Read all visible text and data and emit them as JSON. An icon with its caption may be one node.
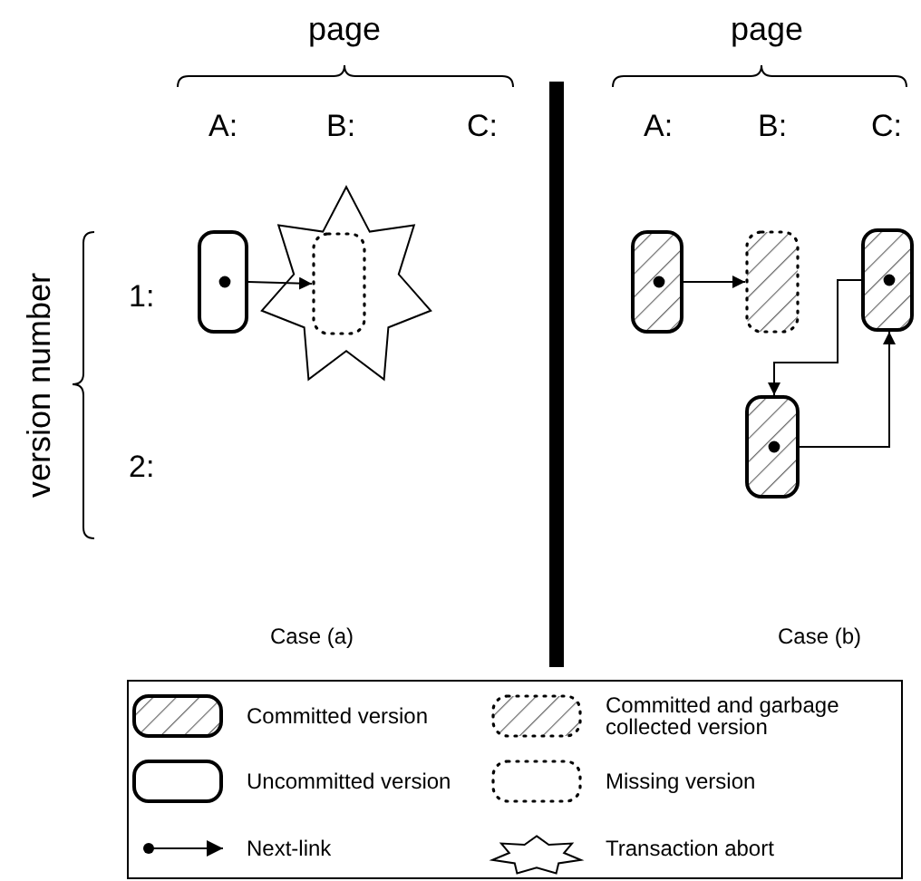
{
  "diagram": {
    "nodes": [
      {
        "text": [],
        "shape": "box"
      },
      {
        "text": [],
        "shape": "star"
      },
      {
        "text": [],
        "shape": "box",
        "in": 1
      },
      {
        "text": [],
        "shape": "box"
      },
      {
        "text": [],
        "shape": "box"
      },
      {
        "text": [],
        "shape": "box"
      },
      {
        "text": [],
        "shape": "box"
      }
    ],
    "edges": [
      {
        "from": 0,
        "to": 2,
        "arrow": "to"
      },
      {
        "from": 3,
        "to": 4,
        "arrow": "to"
      },
      {
        "from": 5,
        "to": 6,
        "arrow": "to"
      },
      {
        "from": 6,
        "to": 5,
        "arrow": "to"
      }
    ],
    "labels": [
      "page",
      "page",
      "A:",
      "B:",
      "C:",
      "A:",
      "B:",
      "C:",
      "1:",
      "version number",
      "2:",
      "Case (a)",
      "Case (b)"
    ],
    "legend": [
      {
        "text": "Committed version"
      },
      {
        "text": "Committed and garbage collected version"
      },
      {
        "text": "Uncommitted version"
      },
      {
        "text": "Missing version"
      },
      {
        "text": "Next-link"
      },
      {
        "text": "Transaction abort"
      }
    ]
  }
}
